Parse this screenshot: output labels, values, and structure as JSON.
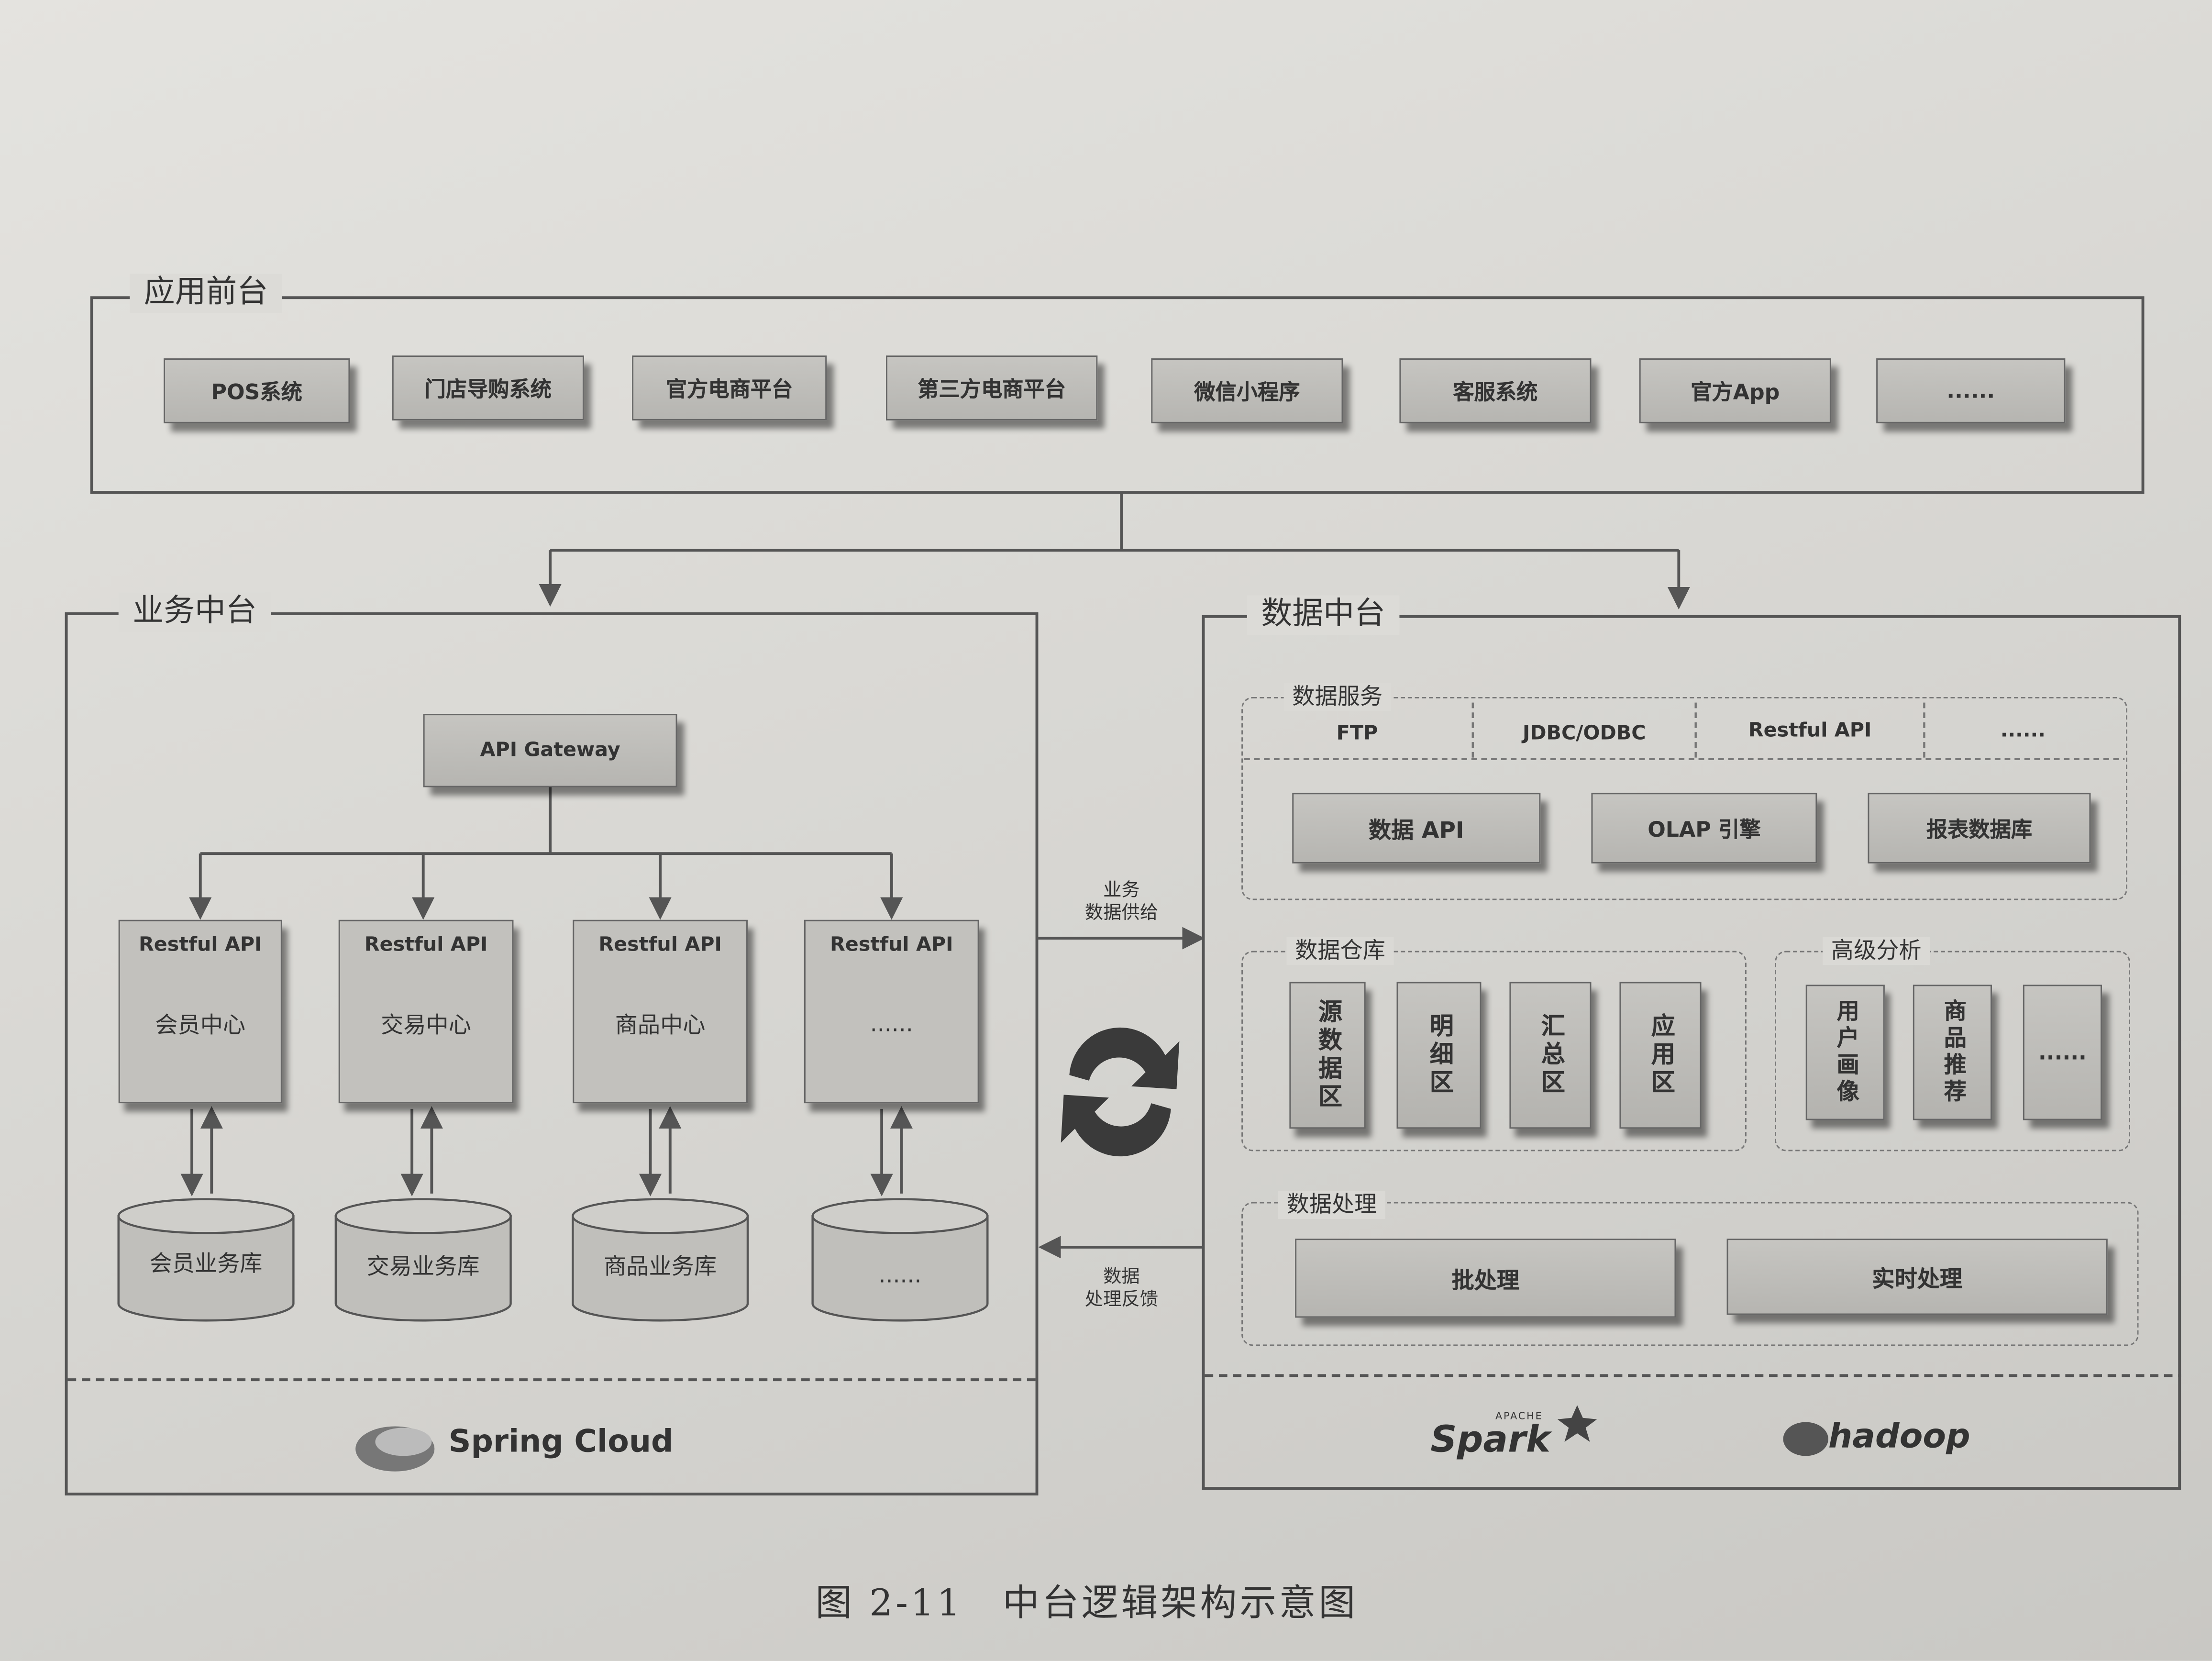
{
  "app_front": {
    "title": "应用前台",
    "items": [
      "POS系统",
      "门店导购系统",
      "官方电商平台",
      "第三方电商平台",
      "微信小程序",
      "客服系统",
      "官方App",
      "......"
    ]
  },
  "business": {
    "title": "业务中台",
    "gateway": "API Gateway",
    "services": [
      {
        "api": "Restful API",
        "name": "会员中心",
        "db": "会员业务库"
      },
      {
        "api": "Restful API",
        "name": "交易中心",
        "db": "交易业务库"
      },
      {
        "api": "Restful API",
        "name": "商品中心",
        "db": "商品业务库"
      },
      {
        "api": "Restful API",
        "name": "......",
        "db": "......"
      }
    ],
    "framework": "Spring Cloud"
  },
  "links": {
    "supply": [
      "业务",
      "数据供给"
    ],
    "feedback": [
      "数据",
      "处理反馈"
    ]
  },
  "data": {
    "title": "数据中台",
    "service": {
      "title": "数据服务",
      "protocols": [
        "FTP",
        "JDBC/ODBC",
        "Restful API",
        "......"
      ],
      "boxes": [
        "数据 API",
        "OLAP 引擎",
        "报表数据库"
      ]
    },
    "warehouse": {
      "title": "数据仓库",
      "zones": [
        "源数据区",
        "明细区",
        "汇总区",
        "应用区"
      ]
    },
    "analysis": {
      "title": "高级分析",
      "items": [
        "用户画像",
        "商品推荐",
        "......"
      ]
    },
    "processing": {
      "title": "数据处理",
      "items": [
        "批处理",
        "实时处理"
      ]
    },
    "logos": {
      "spark_small": "APACHE",
      "spark": "Spark",
      "hadoop": "hadoop"
    }
  },
  "caption": "图 2-11　中台逻辑架构示意图"
}
